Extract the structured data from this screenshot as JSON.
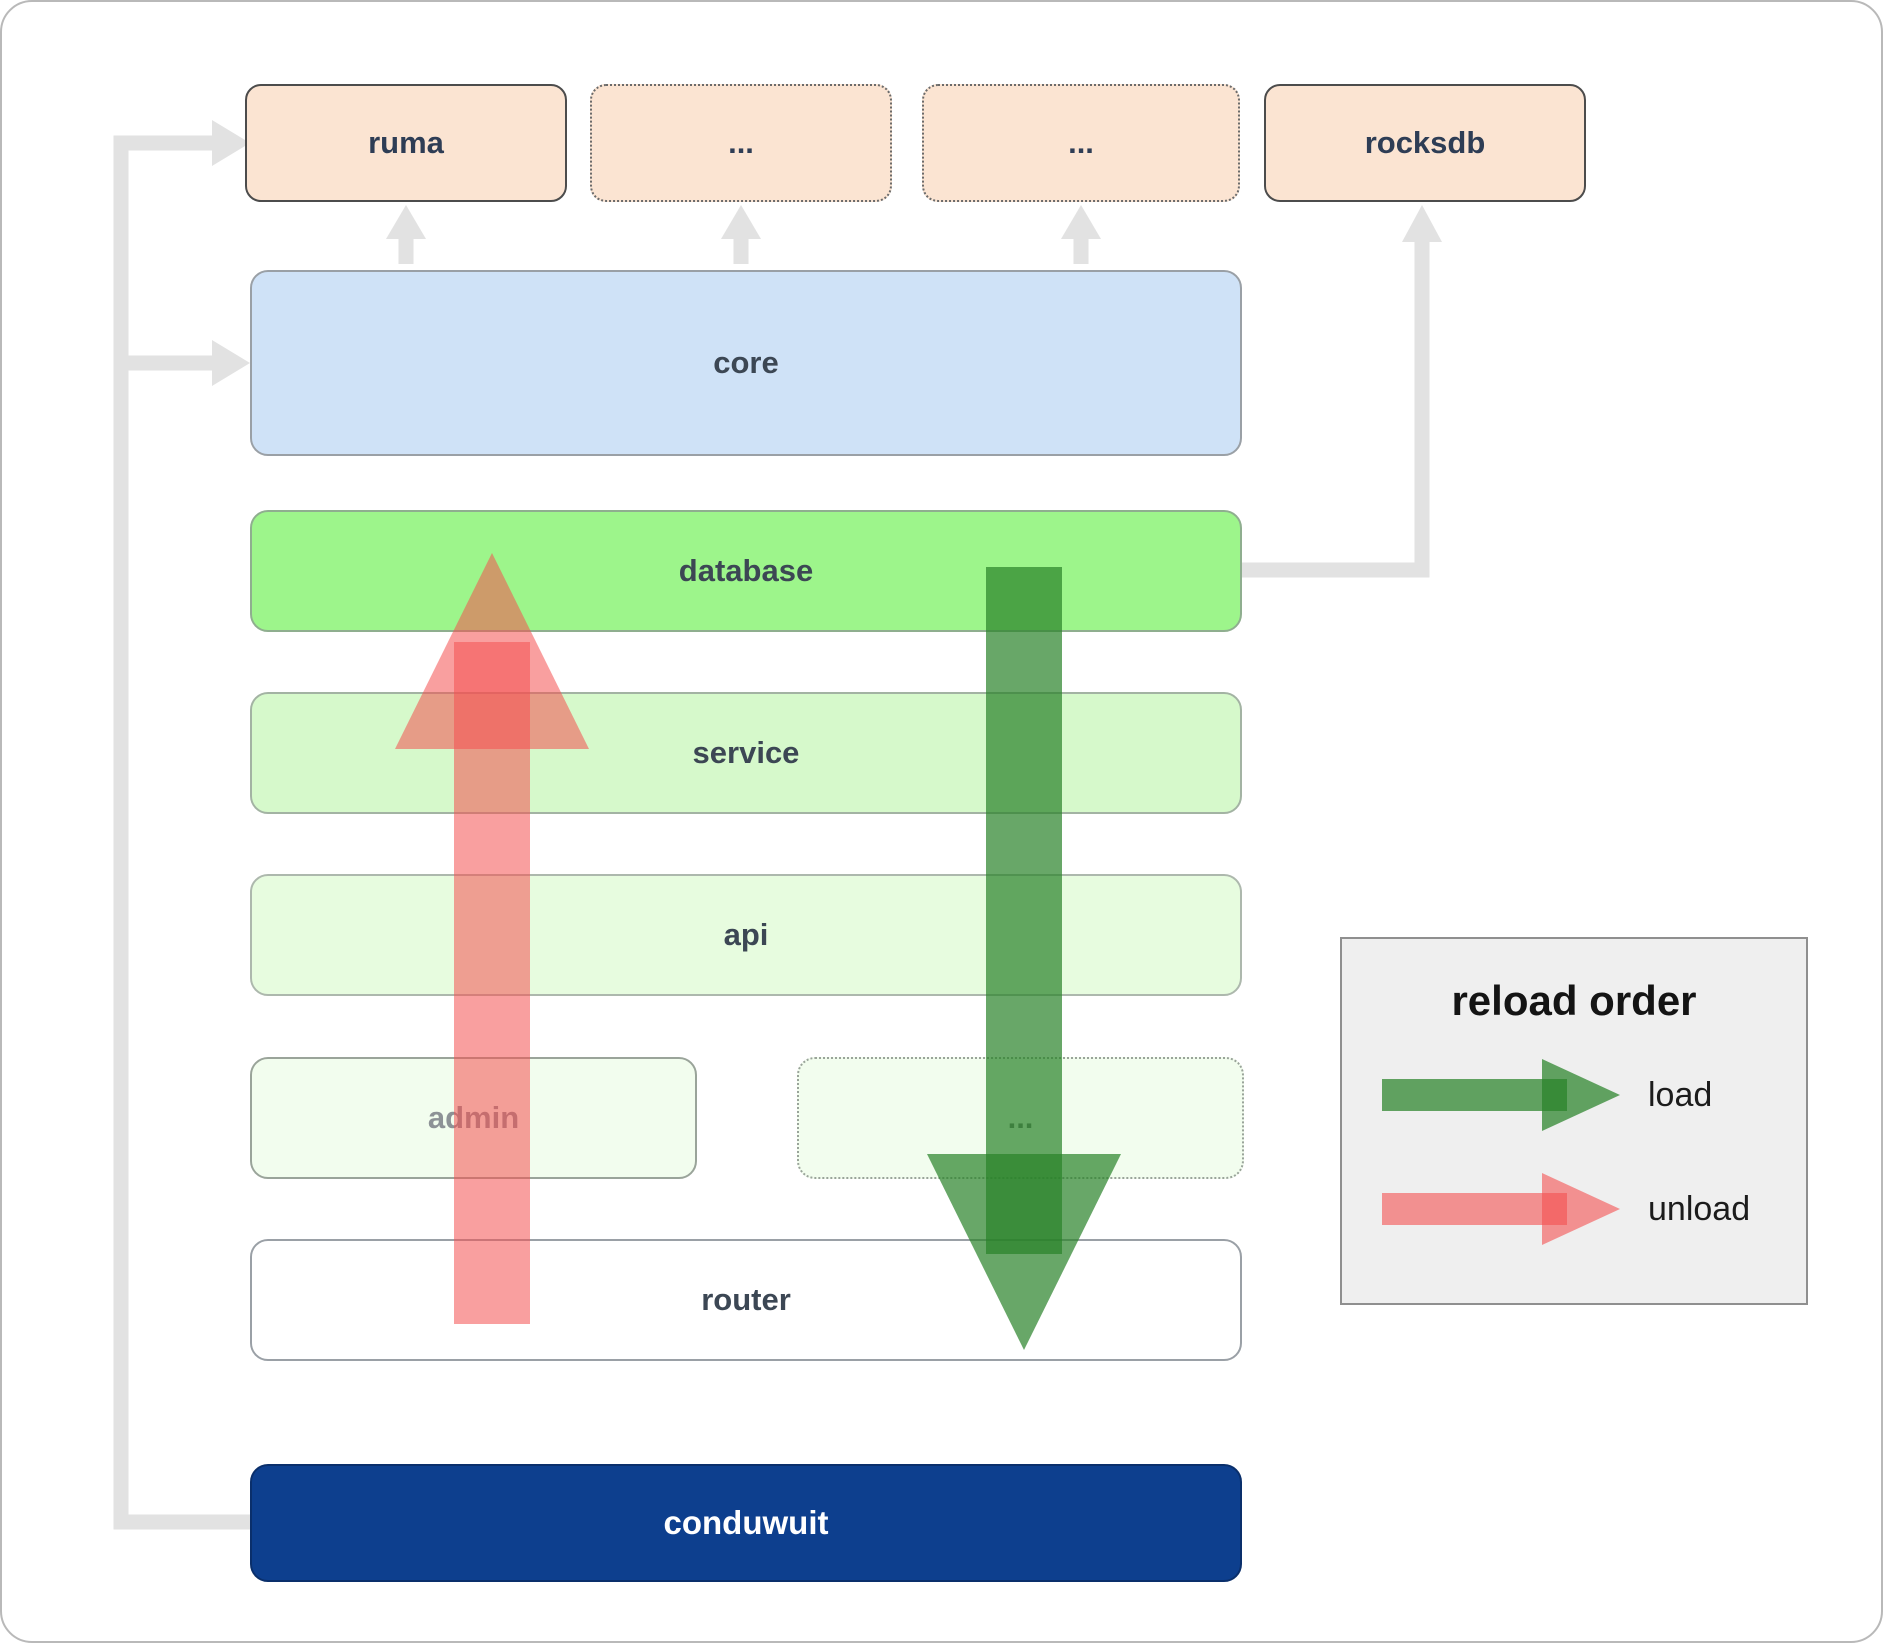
{
  "top_row": [
    {
      "label": "ruma"
    },
    {
      "label": "..."
    },
    {
      "label": "..."
    },
    {
      "label": "rocksdb"
    }
  ],
  "layers": {
    "core": "core",
    "database": "database",
    "service": "service",
    "api": "api",
    "admin": "admin",
    "admin_more": "...",
    "router": "router",
    "conduwuit": "conduwuit"
  },
  "legend": {
    "title": "reload order",
    "load_label": "load",
    "unload_label": "unload"
  },
  "colors": {
    "peach_box": "#fbe4d2",
    "core_blue": "#cfe2f7",
    "database_green": "#9df58b",
    "service_green": "#d6f9cb",
    "api_green": "#e7fcdf",
    "admin_green": "#f2fdee",
    "conduwuit_blue": "#0d3f8e",
    "load_arrow_green": "#2f8c2f",
    "unload_arrow_red": "#f45050",
    "connector_gray": "#e2e2e2"
  }
}
